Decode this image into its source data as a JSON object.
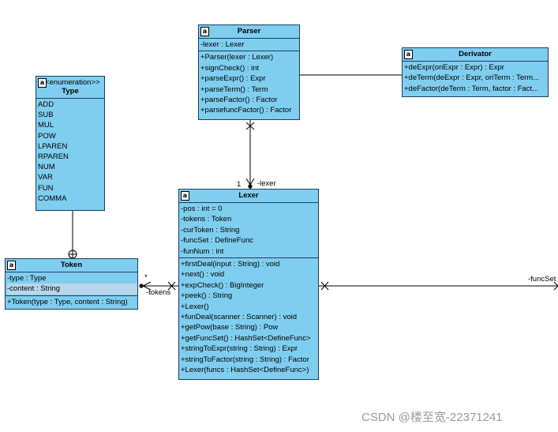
{
  "parser": {
    "name": "Parser",
    "attributes": [
      "-lexer : Lexer"
    ],
    "operations": [
      "+Parser(lexer : Lexer)",
      "+signCheck() : int",
      "+parseExpr() : Expr",
      "+parseTerm() : Term",
      "+parseFactor() : Factor",
      "+parsefuncFactor() : Factor"
    ]
  },
  "derivator": {
    "name": "Derivator",
    "operations": [
      "+deExpr(oriExpr : Expr) : Expr",
      "+deTerm(deExpr : Expr, oriTerm : Term...",
      "+deFactor(deTerm : Term, factor : Fact..."
    ]
  },
  "type_enum": {
    "stereotype": "<<enumeration>>",
    "name": "Type",
    "literals": [
      "ADD",
      "SUB",
      "MUL",
      "POW",
      "LPAREN",
      "RPAREN",
      "NUM",
      "VAR",
      "FUN",
      "COMMA"
    ]
  },
  "lexer": {
    "name": "Lexer",
    "attributes": [
      "-pos : int = 0",
      "-tokens : Token",
      "-curToken : String",
      "-funcSet : DefineFunc",
      "-funNum : int"
    ],
    "operations": [
      "+firstDeal(input : String) : void",
      "+next() : void",
      "+expCheck() : BigInteger",
      "+peek() : String",
      "+Lexer()",
      "+funDeal(scanner : Scanner) : void",
      "+getPow(base : String) : Pow",
      "+getFuncSet() : HashSet<DefineFunc>",
      "+stringToExpr(string : String) : Expr",
      "+stringToFactor(string : String) : Factor",
      "+Lexer(funcs : HashSet<DefineFunc>)"
    ]
  },
  "token": {
    "name": "Token",
    "attributes": [
      "-type : Type",
      "-content : String"
    ],
    "operations": [
      "+Token(type : Type, content : String)"
    ]
  },
  "labels": {
    "lexer_mult": "1",
    "lexer_role": "-lexer",
    "tokens_mult": "*",
    "tokens_role": "-tokens",
    "funcset_role": "-funcSet"
  },
  "watermark": "CSDN @楼至宽-22371241",
  "colors": {
    "class_fill": "#7fcef0",
    "class_border": "#1a3f5c"
  }
}
